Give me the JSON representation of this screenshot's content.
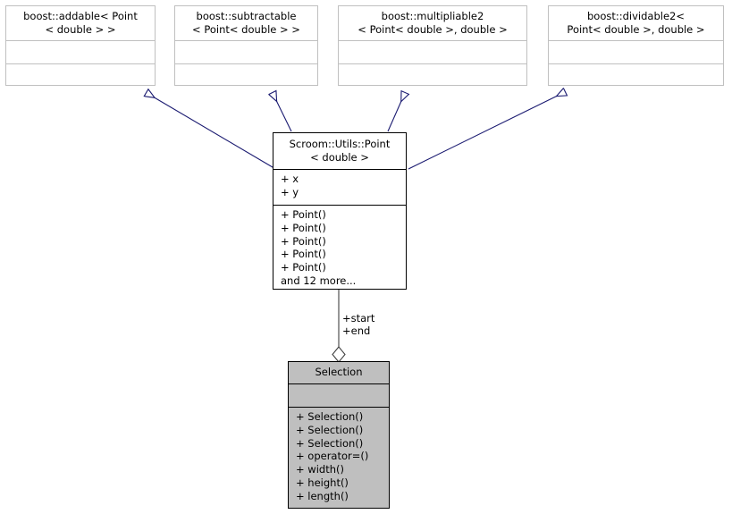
{
  "diagram": {
    "kind": "uml-class-inheritance-collaboration-graph",
    "background_color": "#ffffff",
    "edge_color": "#191970",
    "focus_border_color": "#000000",
    "base_border_color": "#c0c0c0",
    "usage_fill_color": "#bfbfbf"
  },
  "nodes": {
    "base_addable": {
      "title": "boost::addable< Point\n< double > >",
      "attributes": [],
      "operations": []
    },
    "base_subtractable": {
      "title": "boost::subtractable\n< Point< double > >",
      "attributes": [],
      "operations": []
    },
    "base_multipliable2": {
      "title": "boost::multipliable2\n< Point< double >, double >",
      "attributes": [],
      "operations": []
    },
    "base_dividable2": {
      "title": "boost::dividable2<\n Point< double >, double >",
      "attributes": [],
      "operations": []
    },
    "point": {
      "title": "Scroom::Utils::Point\n< double >",
      "attributes": [
        "+ x",
        "+ y"
      ],
      "operations": [
        "+ Point()",
        "+ Point()",
        "+ Point()",
        "+ Point()",
        "+ Point()",
        "and 12 more..."
      ]
    },
    "selection": {
      "title": "Selection",
      "attributes": [],
      "operations": [
        "+ Selection()",
        "+ Selection()",
        "+ Selection()",
        "+ operator=()",
        "+ width()",
        "+ height()",
        "+ length()"
      ]
    }
  },
  "edges": {
    "aggregation_label_start": "+start",
    "aggregation_label_end": "+end"
  }
}
